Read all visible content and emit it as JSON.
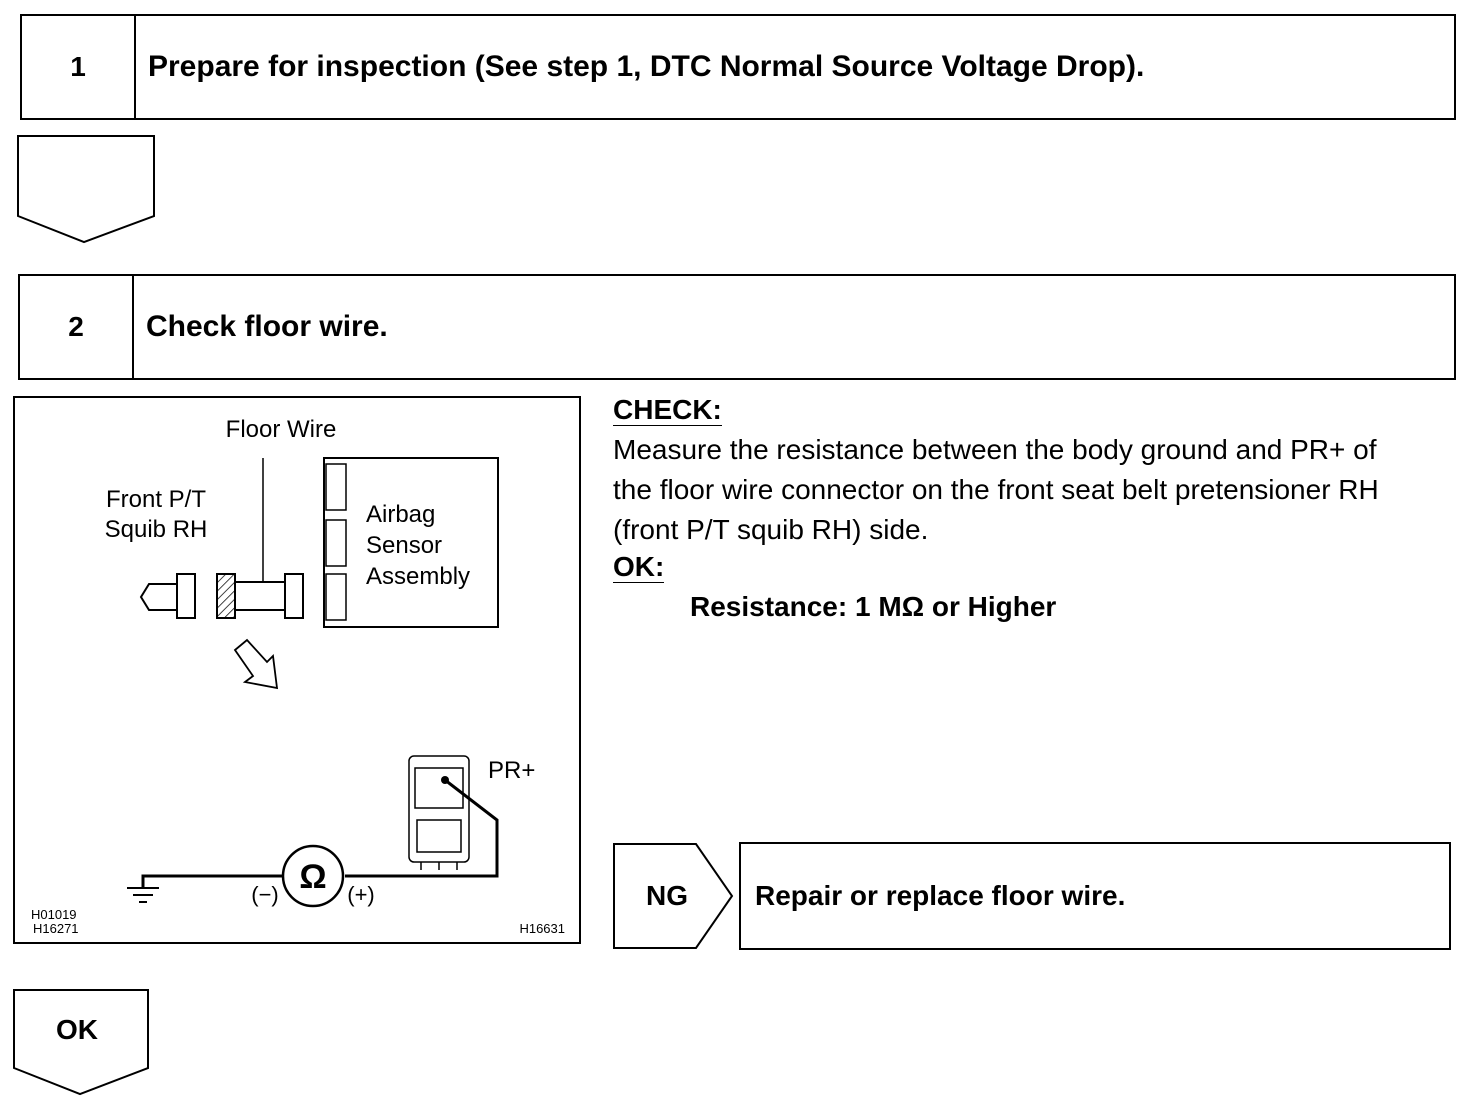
{
  "step1": {
    "number": "1",
    "title": "Prepare for inspection (See step 1, DTC Normal Source Voltage Drop)."
  },
  "step2": {
    "number": "2",
    "title": "Check floor wire."
  },
  "diagram": {
    "label_floor_wire": "Floor Wire",
    "label_front_pt_1": "Front P/T",
    "label_front_pt_2": "Squib RH",
    "label_airbag_1": "Airbag",
    "label_airbag_2": "Sensor",
    "label_airbag_3": "Assembly",
    "label_pr": "PR+",
    "label_minus": "(−)",
    "label_plus": "(+)",
    "ohm_symbol": "Ω",
    "code_left_1": "H01019",
    "code_left_2": "H16271",
    "code_right": "H16631"
  },
  "check": {
    "heading": "CHECK:",
    "line1": "Measure the resistance between the body ground and PR+ of",
    "line2": "the floor wire connector on the front seat belt pretensioner RH",
    "line3": "(front P/T squib RH) side.",
    "ok_heading": "OK:",
    "ok_spec": "Resistance: 1 MΩ or Higher"
  },
  "ng": {
    "label": "NG",
    "action": "Repair or replace floor wire."
  },
  "ok_result": {
    "label": "OK"
  }
}
